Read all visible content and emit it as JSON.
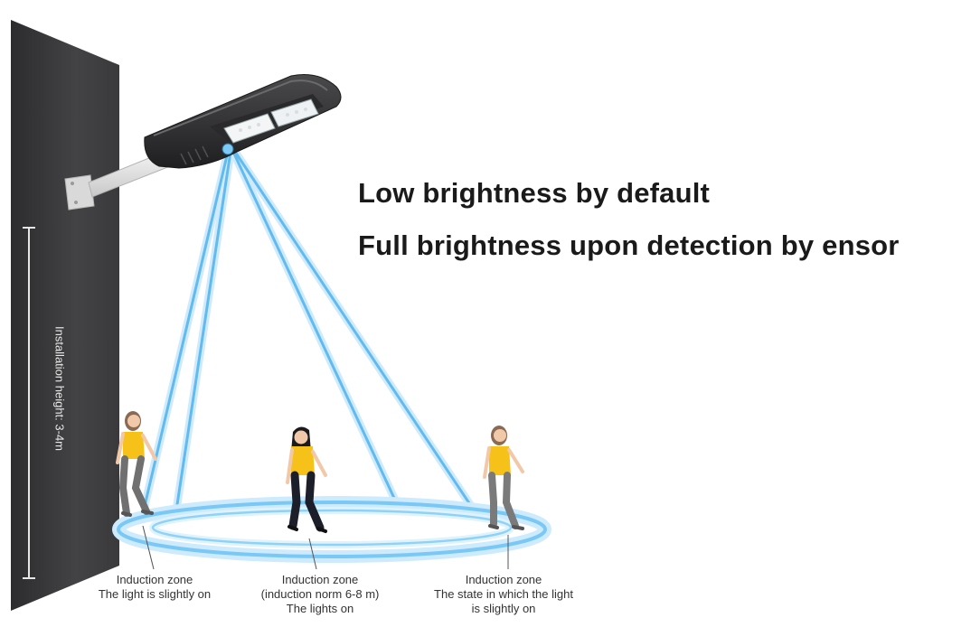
{
  "headline": {
    "line1": "Low brightness by default",
    "line2": "Full brightness upon detection by ensor"
  },
  "wall": {
    "height_label": "Installation height: 3-4m"
  },
  "zones": [
    {
      "title": "Induction zone",
      "lines": [
        "The light is slightly on"
      ]
    },
    {
      "title": "Induction zone",
      "lines": [
        "(induction norm 6-8 m)",
        "The lights on"
      ]
    },
    {
      "title": "Induction zone",
      "lines": [
        "The state in which the light",
        "is slightly on"
      ]
    }
  ],
  "colors": {
    "wall": "#3f3f41",
    "beam": "#6fc3f2",
    "ring": "#7ac8f5",
    "shirt": "#f6c21a",
    "text": "#1a1a1a"
  }
}
